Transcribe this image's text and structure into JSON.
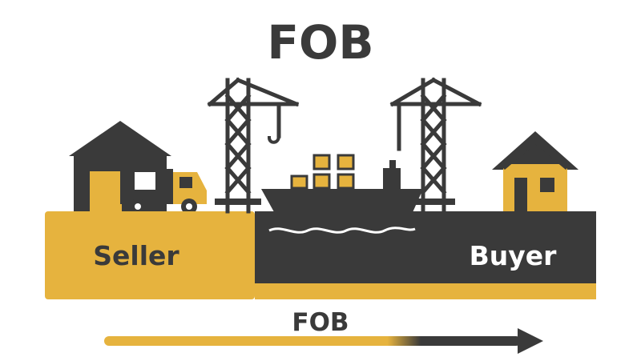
{
  "title": "FOB",
  "labels": {
    "seller": "Seller",
    "buyer": "Buyer",
    "arrow": "FOB"
  },
  "colors": {
    "gold": "#E6B33E",
    "dark": "#3A3A3A",
    "background": "#FFFFFF"
  },
  "icons": [
    "seller-warehouse-icon",
    "delivery-truck-icon",
    "port-crane-icon",
    "cargo-ship-icon",
    "buyer-house-icon",
    "transfer-arrow-icon"
  ]
}
